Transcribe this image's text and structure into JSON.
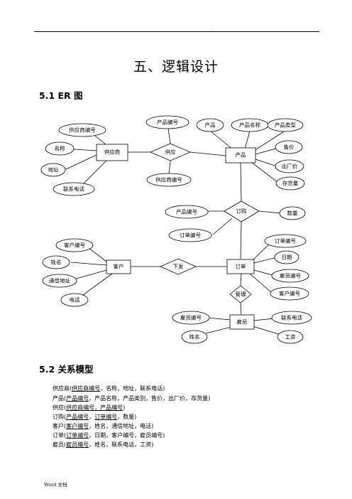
{
  "header": {
    "marker": "."
  },
  "title": "五、逻辑设计",
  "section1": {
    "heading": "5.1 ER 图"
  },
  "er": {
    "entities": {
      "supplier": "供应商",
      "product": "产品",
      "customer": "客户",
      "order": "订单",
      "employee": "雇员"
    },
    "relationships": {
      "supply": "供应",
      "purchase": "订购",
      "place": "下发",
      "manage": "管理"
    },
    "attributes": {
      "supplier_id": "供应商编号",
      "supplier_name": "名称",
      "supplier_address": "地址",
      "supplier_phone": "联系电话",
      "supply_product_id": "产品编号",
      "supply_supplier_id": "供应商编号",
      "product": "产品",
      "product_name": "产品名称",
      "product_category": "产品类型",
      "product_price": "售价",
      "product_factory_price": "出厂价",
      "product_stock": "存货量",
      "purchase_product_id": "产品编号",
      "purchase_order_id": "订单编号",
      "purchase_qty": "数量",
      "customer_id": "客户编号",
      "customer_name": "姓名",
      "customer_address": "通信地址",
      "customer_phone": "电话",
      "order_id": "订单编号",
      "order_date": "日期",
      "order_employee_id": "雇员编号",
      "order_customer_id": "客户编号",
      "employee_id": "雇员编号",
      "employee_name": "姓名",
      "employee_phone": "联系电话",
      "employee_salary": "工资"
    }
  },
  "section2": {
    "heading": "5.2  关系模型"
  },
  "relations": [
    {
      "parts": [
        {
          "t": "供应商("
        },
        {
          "t": "供应商编号",
          "u": true
        },
        {
          "t": "，名称，地址，联系电话)"
        }
      ]
    },
    {
      "parts": [
        {
          "t": "产品("
        },
        {
          "t": "产品编号",
          "u": true
        },
        {
          "t": "，产品名称，产品类别，售价，出厂价，存货量)"
        }
      ]
    },
    {
      "parts": [
        {
          "t": "供应("
        },
        {
          "t": "供应商编号，产品编号",
          "u": true
        },
        {
          "t": ")"
        }
      ]
    },
    {
      "parts": [
        {
          "t": "订购("
        },
        {
          "t": "产品编号",
          "u": true
        },
        {
          "t": "，"
        },
        {
          "t": "订单编号",
          "u": true
        },
        {
          "t": "，数量)"
        }
      ]
    },
    {
      "parts": [
        {
          "t": "客户("
        },
        {
          "t": "客户编号",
          "u": true
        },
        {
          "t": "，姓名，通信地址，电话)"
        }
      ]
    },
    {
      "parts": [
        {
          "t": "订单("
        },
        {
          "t": "订单编号",
          "u": true
        },
        {
          "t": "，日期，客户编号，雇员编号)"
        }
      ]
    },
    {
      "parts": [
        {
          "t": "雇员("
        },
        {
          "t": "雇员编号",
          "u": true
        },
        {
          "t": "，姓名，联系电话，工资)"
        }
      ]
    }
  ],
  "footer": "Word 文档"
}
